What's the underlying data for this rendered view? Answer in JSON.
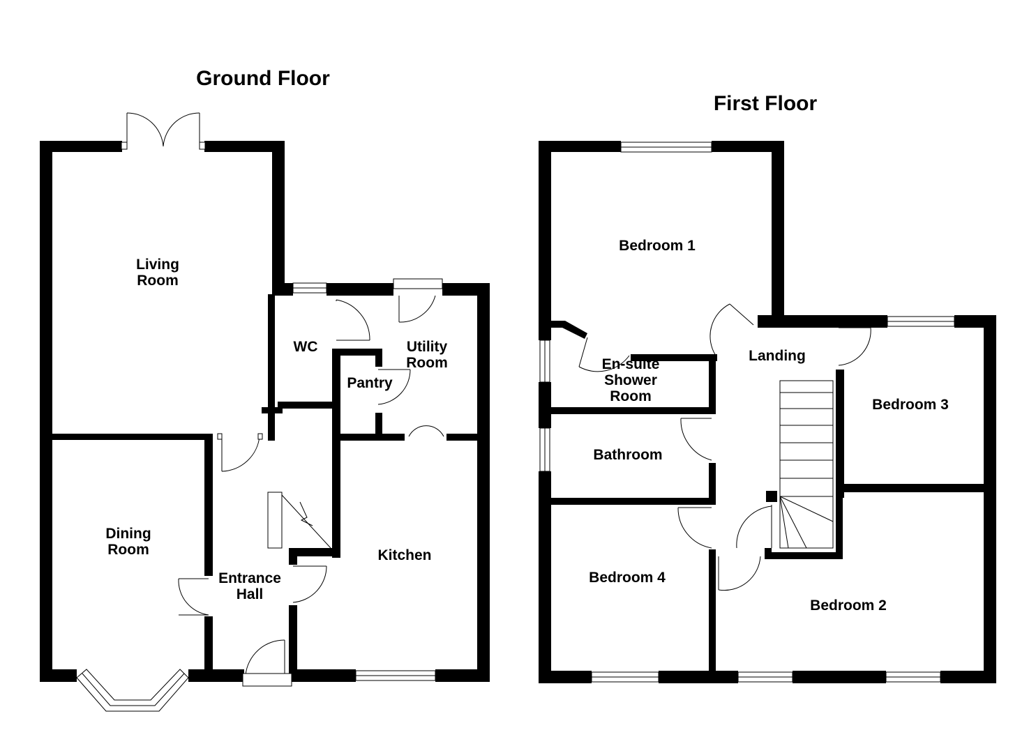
{
  "titles": {
    "ground": "Ground Floor",
    "first": "First Floor"
  },
  "ground_rooms": {
    "living": [
      "Living",
      "Room"
    ],
    "dining": [
      "Dining",
      "Room"
    ],
    "wc": "WC",
    "utility": [
      "Utility",
      "Room"
    ],
    "pantry": "Pantry",
    "kitchen": "Kitchen",
    "hall": [
      "Entrance",
      "Hall"
    ]
  },
  "first_rooms": {
    "bed1": "Bedroom 1",
    "ensuite": [
      "En-suite",
      "Shower",
      "Room"
    ],
    "landing": "Landing",
    "bed3": "Bedroom 3",
    "bathroom": "Bathroom",
    "bed4": "Bedroom 4",
    "bed2": "Bedroom 2"
  },
  "colors": {
    "wall": "#000000",
    "background": "#ffffff"
  }
}
